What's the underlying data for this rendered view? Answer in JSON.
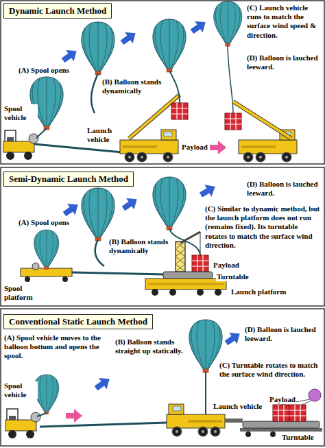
{
  "diagram": {
    "nodes": [
      {
        "text": [
          "Dynamic Launch Method"
        ]
      },
      {
        "text": [
          "Semi-Dynamic Launch Method"
        ]
      },
      {
        "text": [
          "Conventional Static Launch Method"
        ]
      }
    ],
    "labels": [
      "(A) Spool opens",
      "(B) Balloon stands dynamically",
      "(C) Launch vehicle runs to match the surface wind speed & direction.",
      "(D) Balloon is lauched leeward.",
      "Spool vehicle",
      "Launch vehicle",
      "Payload",
      "(A) Spool opens",
      "(B) Balloon stands dynamically",
      "(D) Balloon is lauched leeward.",
      "(C) Similar to dynamic method, but the launch platform does not run (remains fixed). Its turntable rotates to match the surface wind direction.",
      "Spool platform",
      "Payload",
      "Turntable",
      "Launch platform",
      "(A) Spool vehicle moves to the balloon bottom and opens the spool.",
      "(B) Balloon stands straight up statically.",
      "(C) Turntable rotates to match the surface wind direction.",
      "(D) Balloon is lauched leeward.",
      "Spool vehicle",
      "Launch vehicle",
      "Payload",
      "Turntable"
    ]
  }
}
